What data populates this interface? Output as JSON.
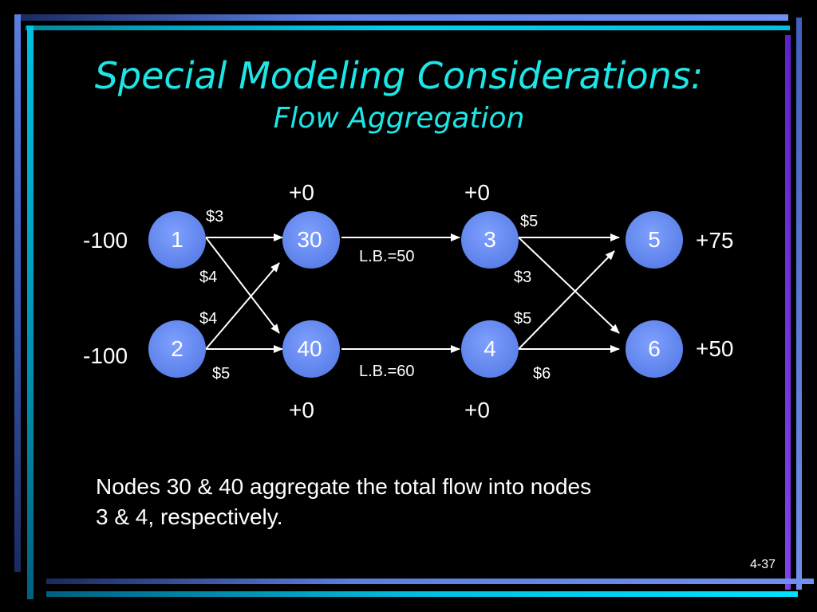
{
  "slide": {
    "title": "Special Modeling Considerations:",
    "subtitle": "Flow Aggregation",
    "caption_line1": "Nodes 30 & 40 aggregate the total flow into nodes",
    "caption_line2": "3 & 4, respectively.",
    "page_number": "4-37"
  },
  "network": {
    "nodes": [
      {
        "id": "1",
        "label": "1"
      },
      {
        "id": "2",
        "label": "2"
      },
      {
        "id": "30",
        "label": "30"
      },
      {
        "id": "40",
        "label": "40"
      },
      {
        "id": "3",
        "label": "3"
      },
      {
        "id": "4",
        "label": "4"
      },
      {
        "id": "5",
        "label": "5"
      },
      {
        "id": "6",
        "label": "6"
      }
    ],
    "supplies": {
      "n1": "-100",
      "n2": "-100",
      "n30": "+0",
      "n40": "+0",
      "n3": "+0",
      "n4": "+0",
      "n5": "+75",
      "n6": "+50"
    },
    "costs": {
      "e1_30": "$3",
      "e1_40": "$4",
      "e2_30": "$4",
      "e2_40": "$5",
      "e3_5": "$5",
      "e3_6": "$3",
      "e4_5": "$5",
      "e4_6": "$6"
    },
    "bounds": {
      "e30_3": "L.B.=50",
      "e40_4": "L.B.=60"
    }
  },
  "colors": {
    "title": "#1ee6e6",
    "node_fill": "#6b8ff0",
    "frame_cyan": "#00c8e8",
    "frame_blue": "#5b7fe0"
  }
}
